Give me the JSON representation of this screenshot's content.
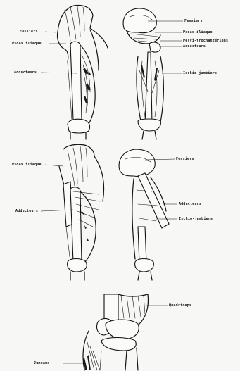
{
  "labels": {
    "fessiers_1": "Fessiers",
    "psoas_1": "Psoas iliaque",
    "adducteurs_1": "Adducteurs",
    "fessiers_2": "Fessiers",
    "psoas_2": "Psoas iliaque",
    "pelvi": "Pelvi-trochantériens",
    "adducteurs_2": "Adducteurs",
    "ischio_1": "Ischio-jambiers",
    "psoas_3": "Psoas iliaque",
    "adducteurs_3": "Adducteurs",
    "fessiers_3": "Fessiers",
    "adducteurs_4": "Adducteurs",
    "ischio_2": "Ischio-jambiers",
    "quadriceps": "Quadriceps",
    "jumeaux": "Jumeaux"
  },
  "colors": {
    "ink": "#111111",
    "paper": "#f7f7f5"
  }
}
